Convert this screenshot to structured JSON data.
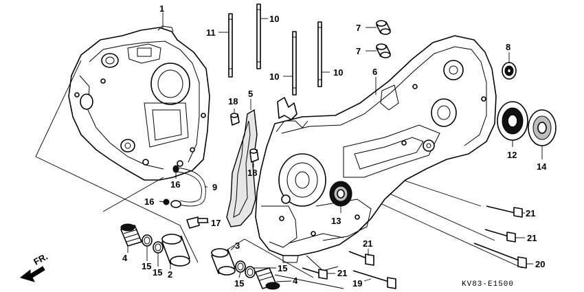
{
  "diagram": {
    "code": "KV83-E1500",
    "direction": "FR."
  },
  "callouts": {
    "c1": "1",
    "c2": "2",
    "c3": "3",
    "c4a": "4",
    "c4b": "4",
    "c5": "5",
    "c6": "6",
    "c7a": "7",
    "c7b": "7",
    "c8": "8",
    "c9": "9",
    "c10a": "10",
    "c10b": "10",
    "c10c": "10",
    "c11": "11",
    "c12": "12",
    "c13": "13",
    "c14": "14",
    "c15a": "15",
    "c15b": "15",
    "c15c": "15",
    "c15d": "15",
    "c16a": "16",
    "c16b": "16",
    "c17": "17",
    "c18a": "18",
    "c18b": "18",
    "c19": "19",
    "c20": "20",
    "c21a": "21",
    "c21b": "21",
    "c21c": "21",
    "c21d": "21"
  }
}
